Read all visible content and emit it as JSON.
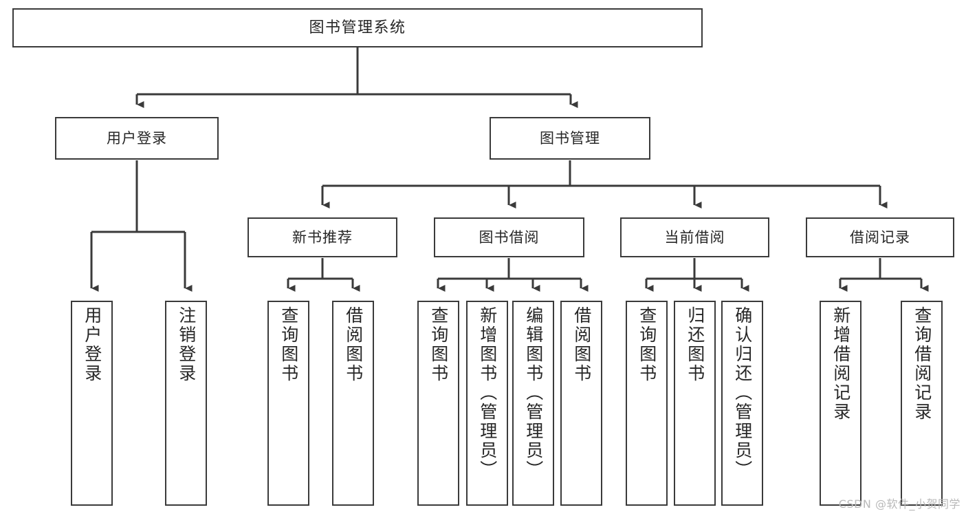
{
  "diagram": {
    "title": "图书管理系统",
    "root": {
      "label": "图书管理系统"
    },
    "level2": [
      {
        "label": "用户登录"
      },
      {
        "label": "图书管理"
      }
    ],
    "level3": [
      {
        "label": "新书推荐"
      },
      {
        "label": "图书借阅"
      },
      {
        "label": "当前借阅"
      },
      {
        "label": "借阅记录"
      }
    ],
    "leaves": {
      "user_login": [
        {
          "label": "用户登录"
        },
        {
          "label": "注销登录"
        }
      ],
      "new_book_recommend": [
        {
          "label": "查询图书"
        },
        {
          "label": "借阅图书"
        }
      ],
      "book_borrow": [
        {
          "label": "查询图书"
        },
        {
          "label": "新增图书（管理员）"
        },
        {
          "label": "编辑图书（管理员）"
        },
        {
          "label": "借阅图书"
        }
      ],
      "current_borrow": [
        {
          "label": "查询图书"
        },
        {
          "label": "归还图书"
        },
        {
          "label": "确认归还（管理员）"
        }
      ],
      "borrow_record": [
        {
          "label": "新增借阅记录"
        },
        {
          "label": "查询借阅记录"
        }
      ]
    }
  },
  "watermark": {
    "text": "CSDN @软件_小贺同学"
  },
  "colors": {
    "stroke": "#3a3a3a",
    "text": "#262626",
    "background": "#ffffff",
    "watermark": "#b9b9b9"
  }
}
